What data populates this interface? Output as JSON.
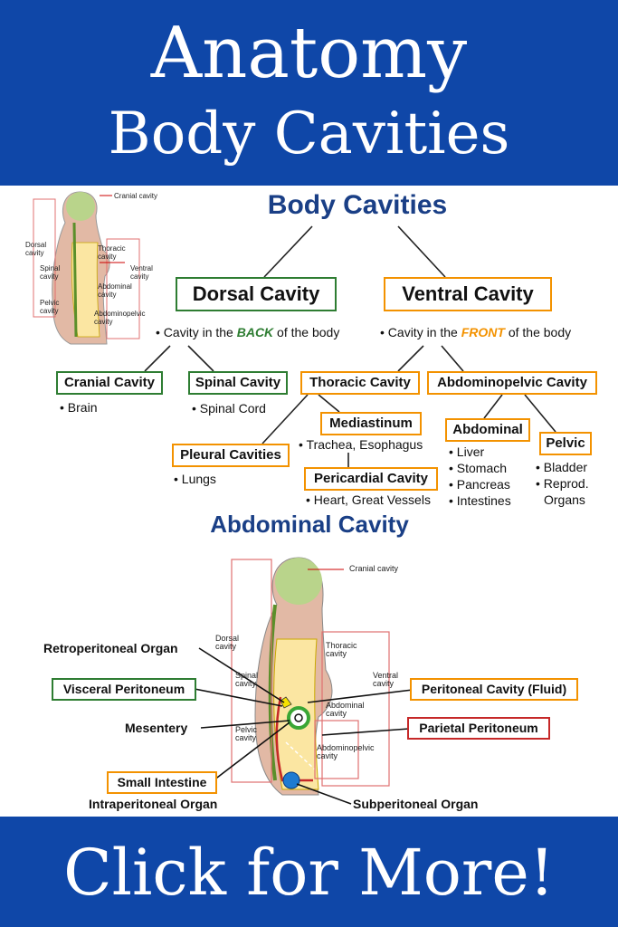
{
  "banner": {
    "title_line1": "Anatomy",
    "title_line2": "Body Cavities",
    "cta": "Click for More!"
  },
  "colors": {
    "banner_blue": "#0f47a8",
    "heading_navy": "#1a3f86",
    "dorsal_green": "#2e7d32",
    "ventral_orange": "#f39200",
    "parietal_red": "#c62828"
  },
  "tree": {
    "heading": "Body Cavities",
    "dorsal": {
      "label": "Dorsal Cavity",
      "desc_pre": "• Cavity in the ",
      "desc_em": "BACK",
      "desc_post": " of the body"
    },
    "ventral": {
      "label": "Ventral Cavity",
      "desc_pre": "• Cavity in the ",
      "desc_em": "FRONT",
      "desc_post": " of the body"
    },
    "cranial": {
      "label": "Cranial Cavity",
      "items": [
        "• Brain"
      ]
    },
    "spinal": {
      "label": "Spinal Cavity",
      "items": [
        "• Spinal Cord"
      ]
    },
    "thoracic": {
      "label": "Thoracic Cavity"
    },
    "abdominopelvic": {
      "label": "Abdominopelvic Cavity"
    },
    "mediastinum": {
      "label": "Mediastinum",
      "items": [
        "• Trachea, Esophagus"
      ]
    },
    "pleural": {
      "label": "Pleural Cavities",
      "items": [
        "• Lungs"
      ]
    },
    "pericardial": {
      "label": "Pericardial Cavity",
      "items": [
        "• Heart, Great Vessels"
      ]
    },
    "abdominal": {
      "label": "Abdominal",
      "items": [
        "• Liver",
        "• Stomach",
        "• Pancreas",
        "• Intestines"
      ]
    },
    "pelvic": {
      "label": "Pelvic",
      "items": [
        "• Bladder",
        "• Reprod.",
        "Organs"
      ]
    }
  },
  "figure_small": {
    "labels": {
      "cranial": "Cranial cavity",
      "dorsal": "Dorsal cavity",
      "thoracic": "Thoracic cavity",
      "spinal": "Spinal cavity",
      "ventral": "Ventral cavity",
      "abdominal": "Abdominal cavity",
      "pelvic": "Pelvic cavity",
      "abdominopelvic": "Abdominopelvic cavity"
    }
  },
  "abdominal": {
    "heading": "Abdominal Cavity",
    "figure_labels": {
      "cranial": "Cranial cavity",
      "dorsal": "Dorsal cavity",
      "thoracic": "Thoracic cavity",
      "spinal": "Spinal cavity",
      "ventral": "Ventral cavity",
      "abdominal": "Abdominal cavity",
      "pelvic": "Pelvic cavity",
      "abdominopelvic": "Abdominopelvic cavity"
    },
    "callouts": {
      "retroperitoneal": "Retroperitoneal Organ",
      "visceral": "Visceral Peritoneum",
      "mesentery": "Mesentery",
      "small_intestine": "Small Intestine",
      "intraperitoneal": "Intraperitoneal Organ",
      "peritoneal_cavity": "Peritoneal Cavity (Fluid)",
      "parietal": "Parietal Peritoneum",
      "subperitoneal": "Subperitoneal Organ"
    }
  }
}
